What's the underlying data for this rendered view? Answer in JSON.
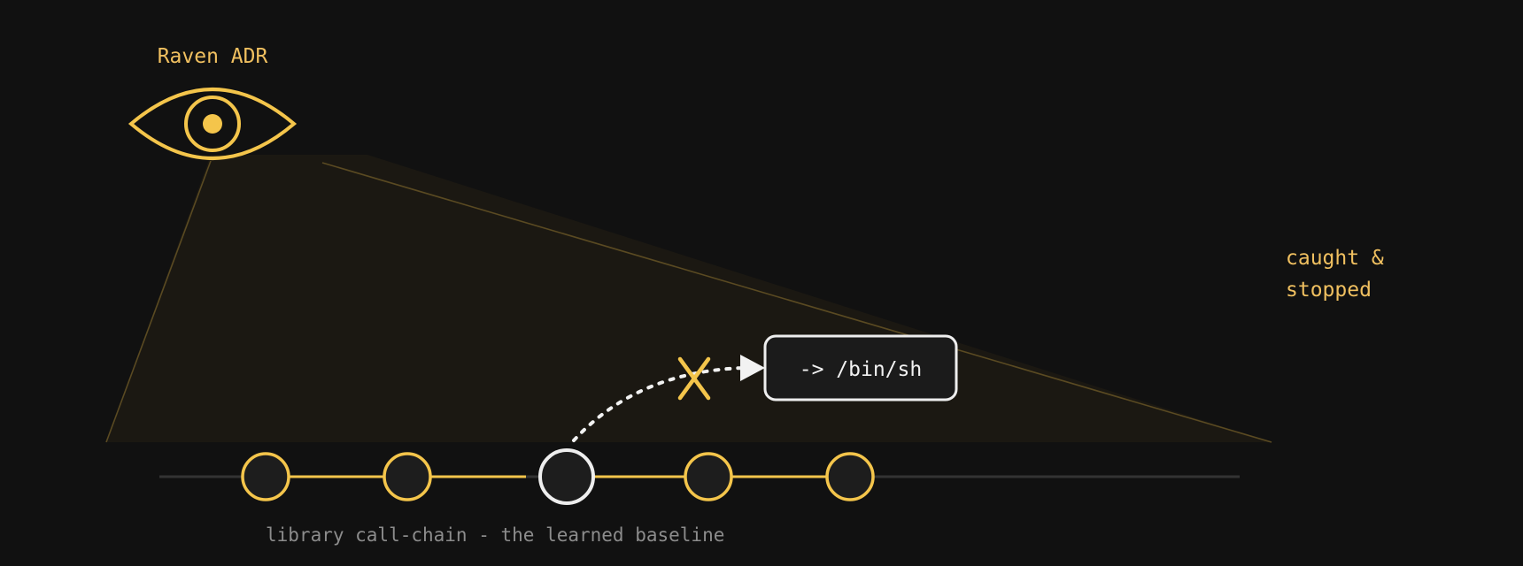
{
  "title": "Raven ADR",
  "caption": "library call-chain - the learned baseline",
  "target_box": "-> /bin/sh",
  "status": {
    "line1": "caught &",
    "line2": "stopped"
  },
  "icons": {
    "watcher": "eye-icon",
    "blocked": "cross-mark-icon",
    "arrow": "arrowhead-icon"
  },
  "chain": {
    "node_count": 5,
    "highlighted_index": 2
  },
  "colors": {
    "background": "#111111",
    "accent": "#f4c54b",
    "accent_text": "#f0c060",
    "node_fill": "#1d1d1d",
    "node_highlight_stroke": "#eeeeee",
    "beam_fill": "#1b1812",
    "beam_edge": "#5a4a22",
    "track": "#333333",
    "caption_text": "#8c8c8c",
    "box_text": "#f2f2f2",
    "dotted_path": "#f2f2f2"
  }
}
